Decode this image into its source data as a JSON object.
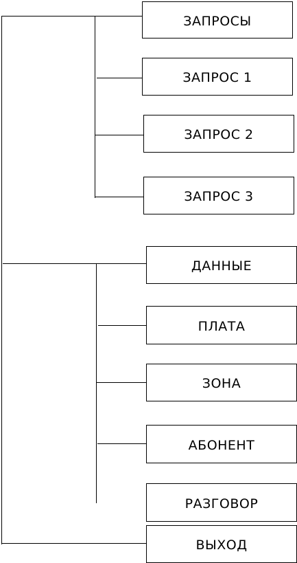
{
  "menu": {
    "zaprosy": "ЗАПРОСЫ",
    "zapros_1": "ЗАПРОС 1",
    "zapros_2": "ЗАПРОС 2",
    "zapros_3": "ЗАПРОС 3",
    "dannye": "ДАННЫЕ",
    "plata": "ПЛАТА",
    "zona": "ЗОНА",
    "abonent": "АБОНЕНТ",
    "razgovor": "РАЗГОВОР",
    "vyhod": "ВЫХОД"
  },
  "colors": {
    "line": "#000000",
    "box_border": "#000000",
    "background": "#ffffff"
  }
}
